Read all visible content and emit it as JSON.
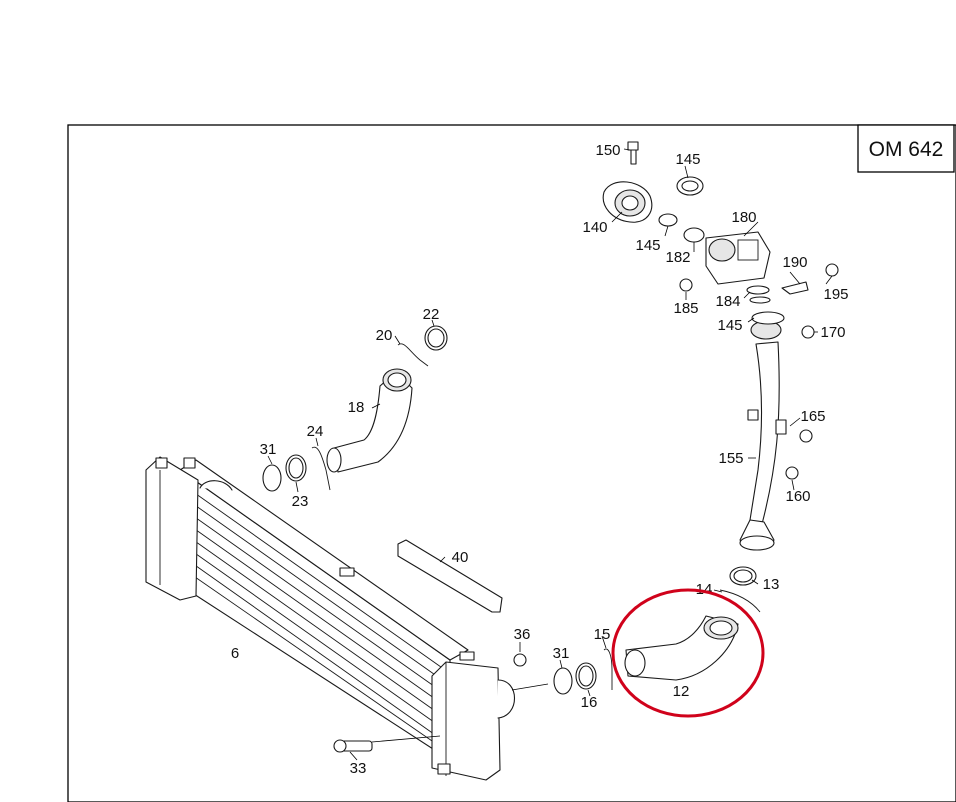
{
  "engine_tag": "OM 642",
  "callouts": {
    "p150": "150",
    "p145a": "145",
    "p140": "140",
    "p145b": "145",
    "p180": "180",
    "p182": "182",
    "p190": "190",
    "p195": "195",
    "p185": "185",
    "p184": "184",
    "p145c": "145",
    "p170": "170",
    "p22": "22",
    "p20": "20",
    "p18": "18",
    "p165": "165",
    "p24": "24",
    "p31a": "31",
    "p155": "155",
    "p23": "23",
    "p160": "160",
    "p40": "40",
    "p14": "14",
    "p13": "13",
    "p36": "36",
    "p15": "15",
    "p6": "6",
    "p31b": "31",
    "p12": "12",
    "p16": "16",
    "p33": "33"
  },
  "highlight": {
    "part": "12",
    "color": "#d0021b"
  }
}
